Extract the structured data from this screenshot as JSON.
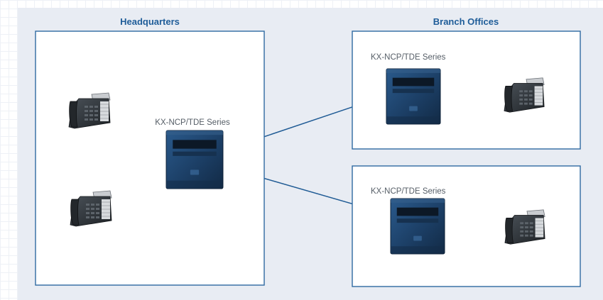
{
  "zones": {
    "headquarters": {
      "title": "Headquarters"
    },
    "branch_offices": {
      "title": "Branch Offices"
    }
  },
  "devices": {
    "hq_pbx": {
      "label": "KX-NCP/TDE Series"
    },
    "branch1_pbx": {
      "label": "KX-NCP/TDE Series"
    },
    "branch2_pbx": {
      "label": "KX-NCP/TDE Series"
    }
  },
  "colors": {
    "zone_border": "#2f6aa1",
    "link": "#1e5a94",
    "title_text": "#1f5d99",
    "pbx_body": "#1c3f66",
    "phone_body": "#2e3338"
  }
}
